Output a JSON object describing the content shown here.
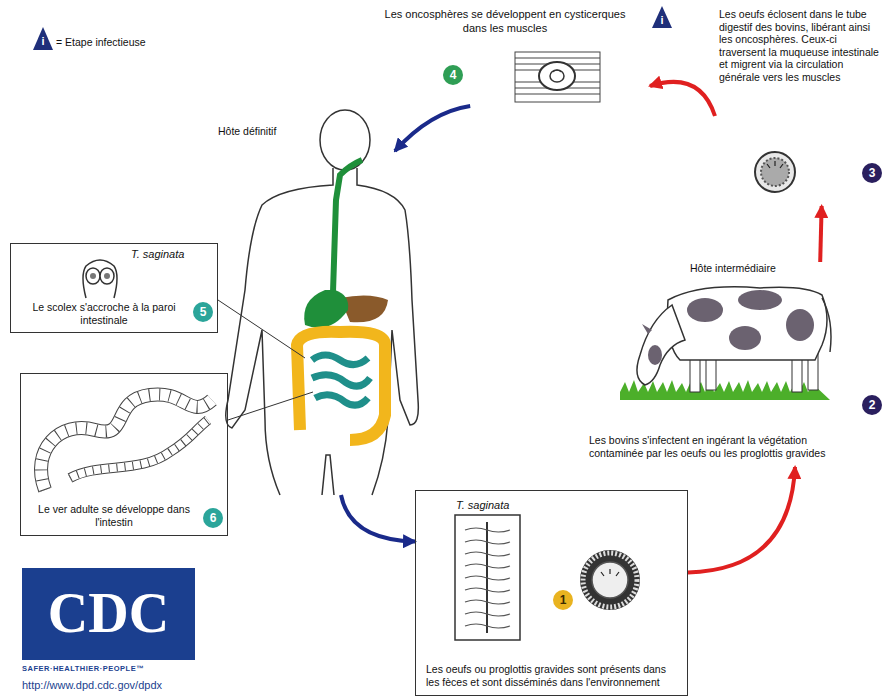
{
  "diagram": {
    "nodes": [
      {
        "text": [
          "T. saginata",
          "Les oeufs ou proglottis gravides sont présents dans les fèces et sont disséminés dans l'environnement"
        ]
      },
      {
        "text": [
          "Hôte intermédiaire",
          "Les bovins s'infectent en ingérant la végétation contaminée par les oeufs ou les proglottis gravides"
        ]
      },
      {
        "text": [
          "Les oeufs éclosent dans le tube digestif des bovins, libérant ainsi les oncosphères. Ceux-ci traversent la muqueuse intestinale et migrent via la circulation générale vers les muscles"
        ]
      },
      {
        "text": [
          "Les oncosphères se développent en cysticerques dans les muscles"
        ]
      },
      {
        "text": [
          "Hôte définitif"
        ]
      },
      {
        "text": [
          "T. saginata",
          "Le scolex s'accroche à la paroi intestinale"
        ]
      },
      {
        "text": [
          "Le ver adulte se développe dans l'intestin"
        ]
      }
    ],
    "edges": [
      {
        "from": 0,
        "to": 1,
        "arrow": "to"
      },
      {
        "from": 1,
        "to": 2,
        "arrow": "to"
      },
      {
        "from": 2,
        "to": 3,
        "arrow": "to"
      },
      {
        "from": 3,
        "to": 4,
        "arrow": "to"
      },
      {
        "from": 4,
        "to": 0,
        "arrow": "to"
      }
    ],
    "labels": [
      "i",
      "i",
      "1",
      "2",
      "3",
      "4",
      "5",
      "6",
      "CDC",
      "SAFER·HEALTHIER·PEOPLE™",
      "http://www.dpd.cdc.gov/dpdx"
    ],
    "legend": [
      {
        "text": "= Etape infectieuse"
      }
    ]
  }
}
